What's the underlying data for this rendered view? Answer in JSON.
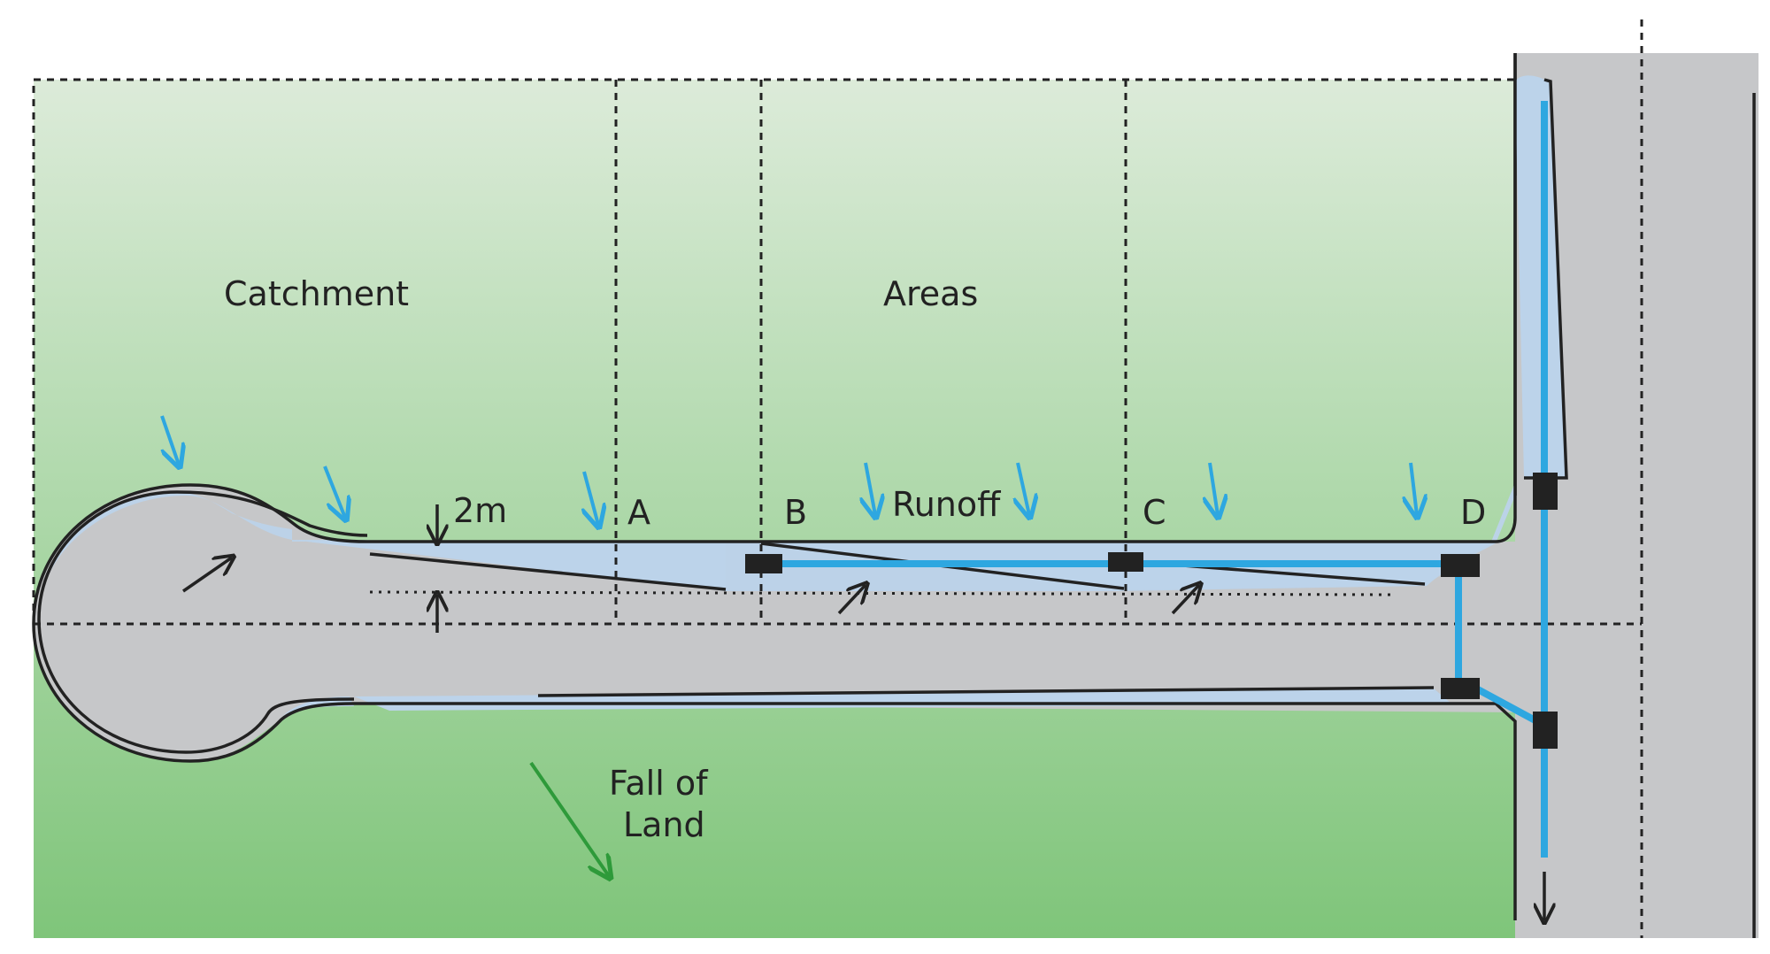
{
  "labels": {
    "catchment": "Catchment",
    "areas": "Areas",
    "runoff": "Runoff",
    "fall_line1": "Fall of",
    "fall_line2": "Land",
    "offset": "2m",
    "point_a": "A",
    "point_b": "B",
    "point_c": "C",
    "point_d": "D"
  },
  "colors": {
    "grass_light": "#dcebd9",
    "grass_dark": "#7fc57a",
    "road": "#c6c7c9",
    "channel": "#bcd3ea",
    "pipe": "#2ea7e0",
    "pit": "#222222",
    "fall_arrow": "#2e9a3a",
    "outline": "#222222"
  }
}
